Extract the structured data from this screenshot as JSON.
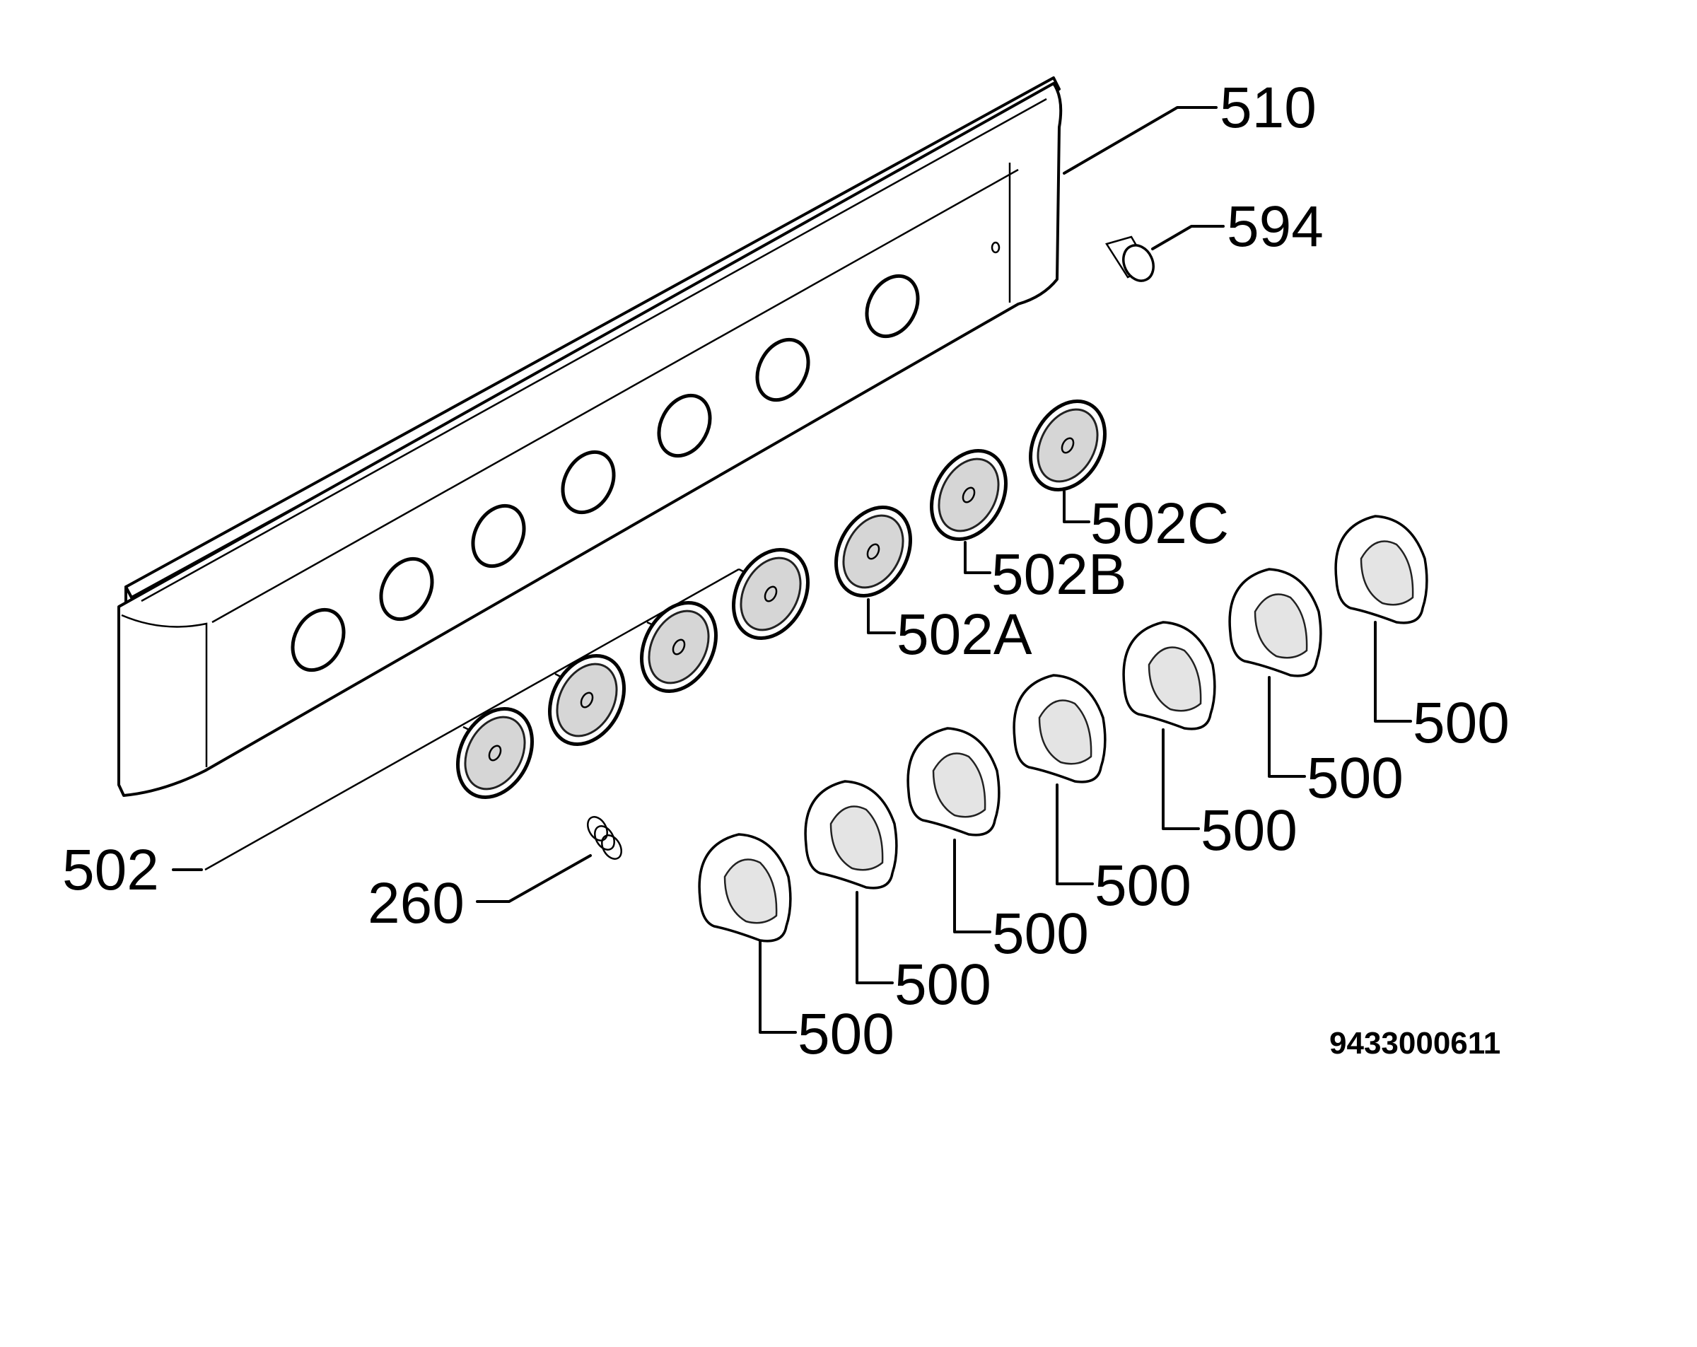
{
  "labels": {
    "panel": "510",
    "lamp": "594",
    "bezel_c": "502C",
    "bezel_b": "502B",
    "bezel_a": "502A",
    "bezel": "502",
    "spring": "260",
    "knob_1": "500",
    "knob_2": "500",
    "knob_3": "500",
    "knob_4": "500",
    "knob_5": "500",
    "knob_6": "500",
    "knob_7": "500"
  },
  "drawing_code": "9433000611"
}
